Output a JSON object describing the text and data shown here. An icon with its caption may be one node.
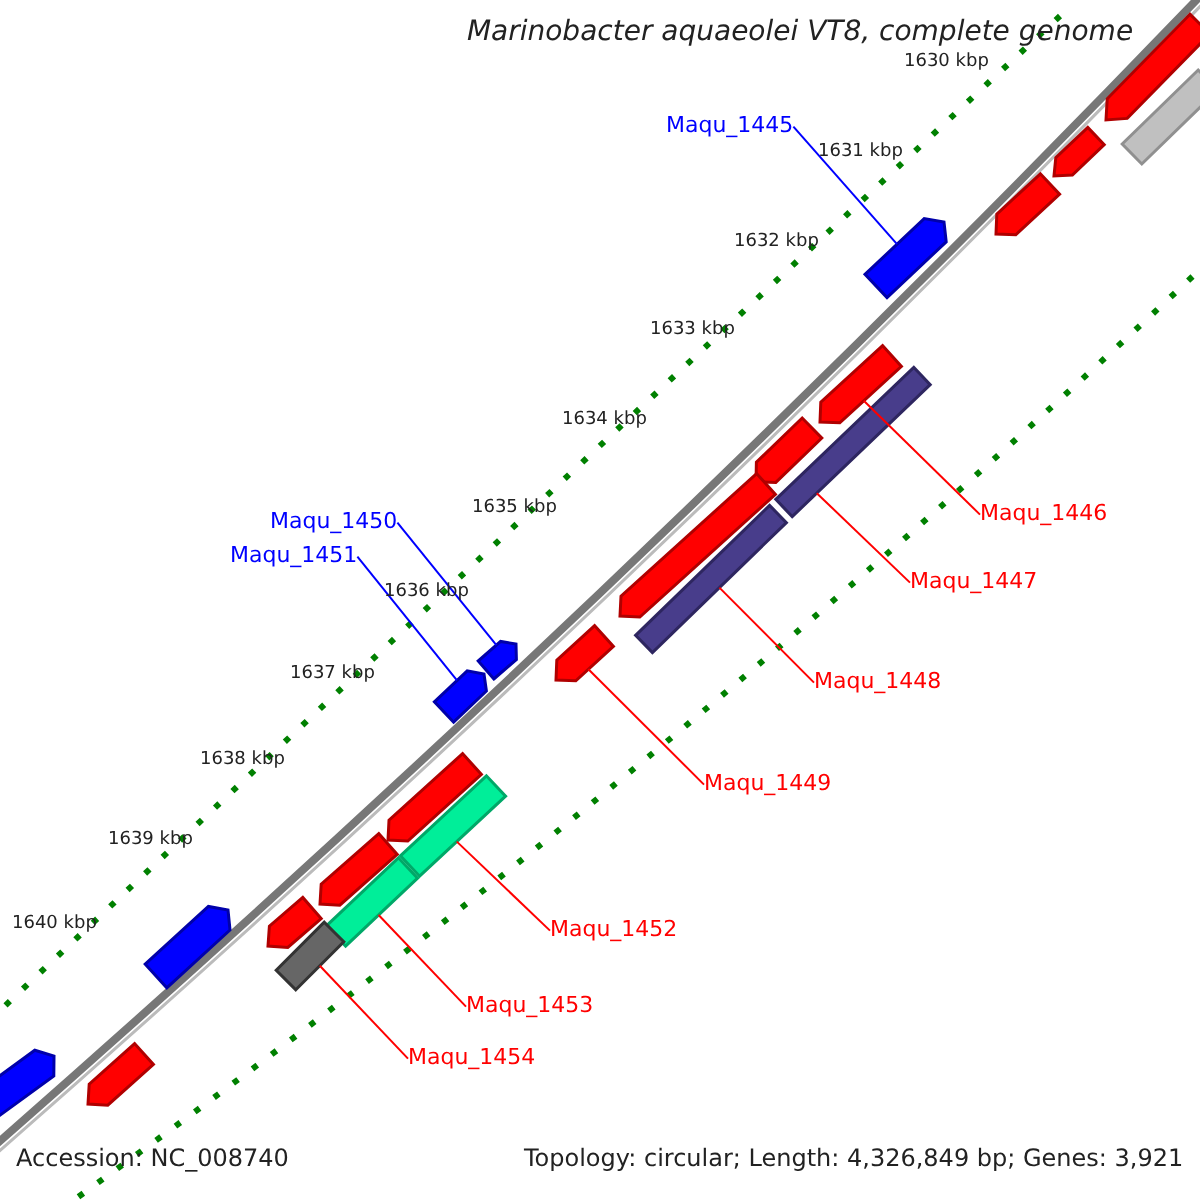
{
  "diagram": {
    "title": "Marinobacter aquaeolei VT8, complete genome",
    "nodes": [
      {
        "text": [
          "Maqu_1445"
        ]
      },
      {
        "text": [],
        "shape": "arrow"
      },
      {
        "text": [
          "Maqu_1446"
        ]
      },
      {
        "text": [],
        "shape": "arrow"
      },
      {
        "text": [
          "Maqu_1447"
        ]
      },
      {
        "text": [],
        "shape": "bar"
      },
      {
        "text": [
          "Maqu_1448"
        ]
      },
      {
        "text": [],
        "shape": "bar"
      },
      {
        "text": [
          "Maqu_1449"
        ]
      },
      {
        "text": [],
        "shape": "arrow"
      },
      {
        "text": [
          "Maqu_1450"
        ]
      },
      {
        "text": [],
        "shape": "arrow"
      },
      {
        "text": [
          "Maqu_1451"
        ]
      },
      {
        "text": [],
        "shape": "arrow"
      },
      {
        "text": [
          "Maqu_1452"
        ]
      },
      {
        "text": [],
        "shape": "bar"
      },
      {
        "text": [
          "Maqu_1453"
        ]
      },
      {
        "text": [],
        "shape": "bar"
      },
      {
        "text": [
          "Maqu_1454"
        ]
      },
      {
        "text": [],
        "shape": "bar"
      },
      {
        "text": [],
        "shape": "arrow"
      },
      {
        "text": [],
        "shape": "bar"
      },
      {
        "text": [],
        "shape": "arrow"
      },
      {
        "text": [],
        "shape": "arrow"
      },
      {
        "text": [],
        "shape": "arrow"
      },
      {
        "text": [],
        "shape": "arrow"
      },
      {
        "text": [],
        "shape": "arrow"
      },
      {
        "text": [],
        "shape": "arrow"
      },
      {
        "text": [],
        "shape": "arrow"
      },
      {
        "text": [],
        "shape": "arrow"
      },
      {
        "text": [],
        "shape": "arrow"
      },
      {
        "text": [],
        "shape": "arrow"
      }
    ],
    "edges": [
      {
        "from": 0,
        "to": 1,
        "arrow": "none",
        "color": "#0000ff"
      },
      {
        "from": 2,
        "to": 3,
        "arrow": "none"
      },
      {
        "from": 4,
        "to": 5,
        "arrow": "none"
      },
      {
        "from": 6,
        "to": 7,
        "arrow": "none"
      },
      {
        "from": 8,
        "to": 9,
        "arrow": "none"
      },
      {
        "from": 10,
        "to": 11,
        "arrow": "none",
        "color": "#0000ff"
      },
      {
        "from": 12,
        "to": 13,
        "arrow": "none",
        "color": "#0000ff"
      },
      {
        "from": 14,
        "to": 15,
        "arrow": "none"
      },
      {
        "from": 16,
        "to": 17,
        "arrow": "none"
      },
      {
        "from": 18,
        "to": 19,
        "arrow": "none"
      }
    ],
    "labels": [
      "1630 kbp",
      "1631 kbp",
      "1632 kbp",
      "1633 kbp",
      "1634 kbp",
      "1635 kbp",
      "1636 kbp",
      "1637 kbp",
      "1638 kbp",
      "1639 kbp",
      "1640 kbp",
      "Accession: NC_008740",
      "Topology: circular; Length: 4,326,849 bp; Genes: 3,921"
    ]
  }
}
